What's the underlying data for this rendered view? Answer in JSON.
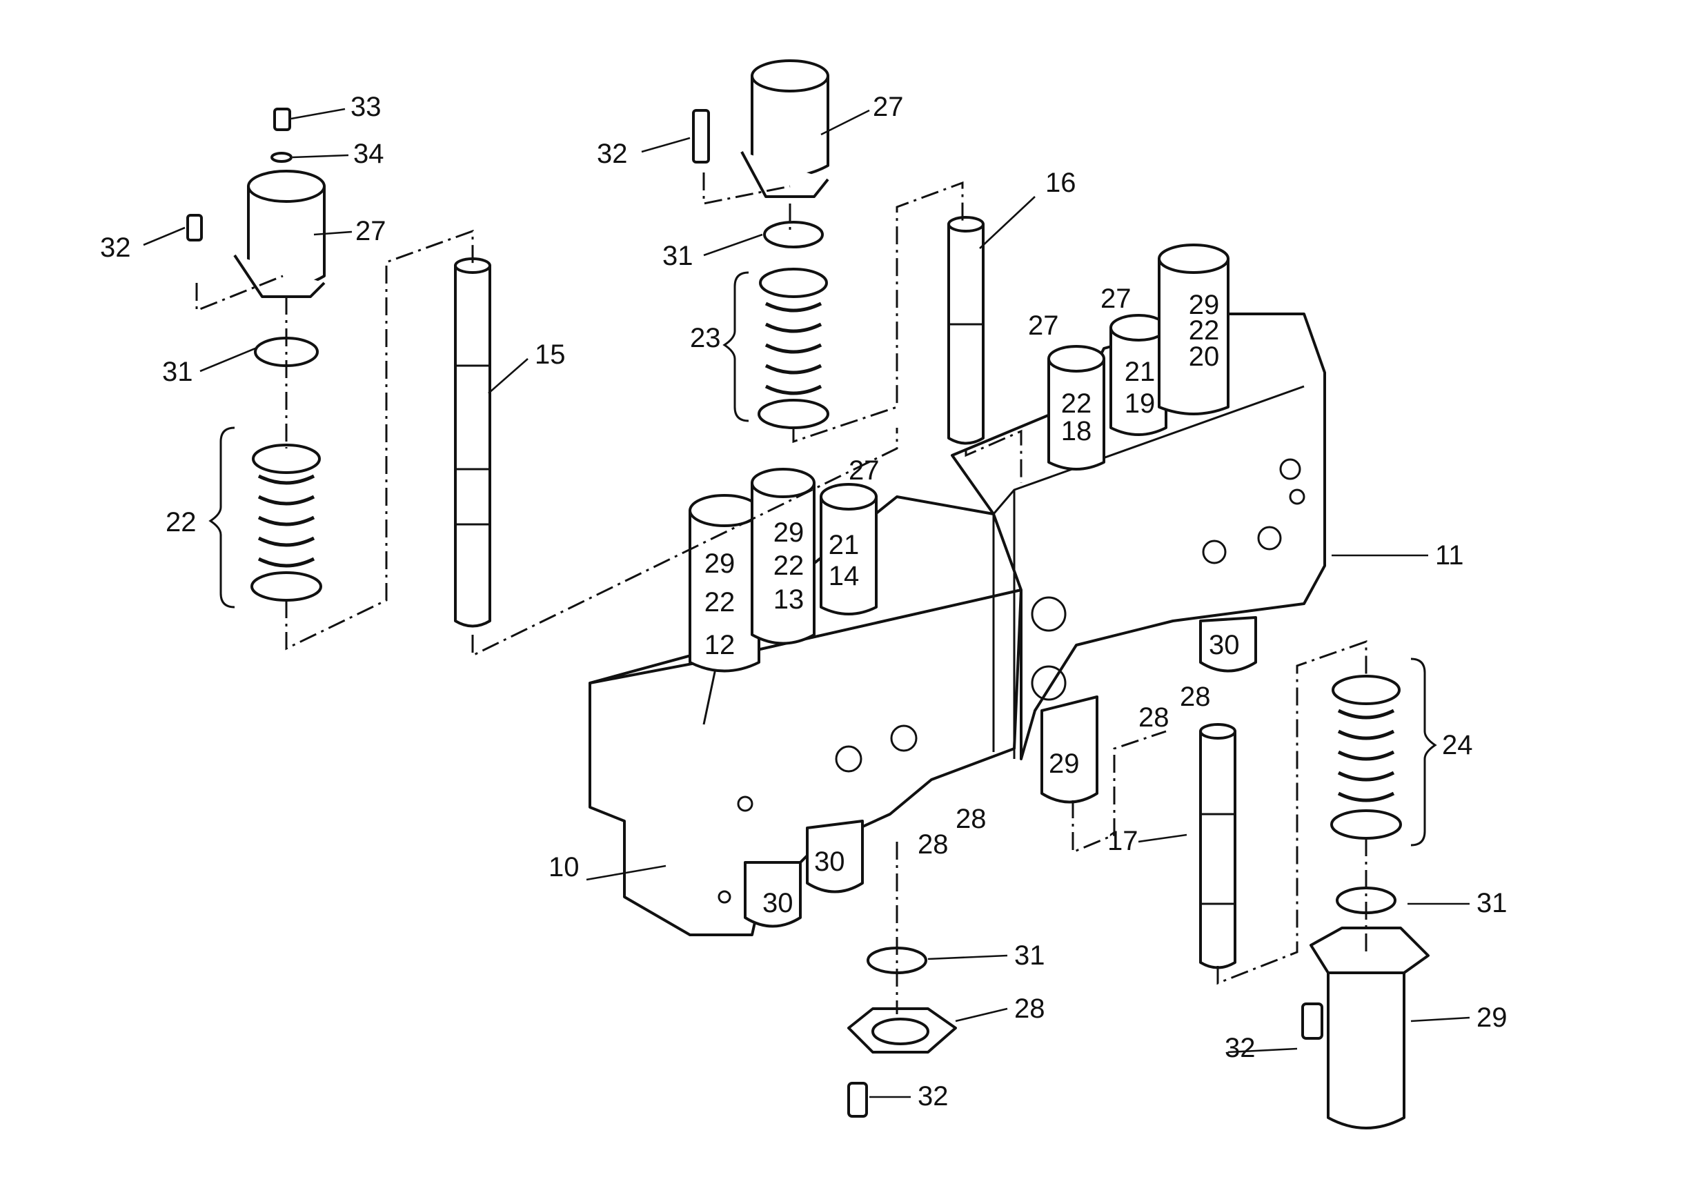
{
  "callouts": {
    "c33": "33",
    "c34": "34",
    "c27a": "27",
    "c32a": "32",
    "c31a": "31",
    "c22a": "22",
    "c15": "15",
    "c32b": "32",
    "c27b": "27",
    "c31b": "31",
    "c23": "23",
    "c16": "16",
    "c27c": "27",
    "c27d": "27",
    "c27e": "27",
    "c11": "11",
    "c10": "10",
    "c28a": "28",
    "c28b": "28",
    "c28c": "28",
    "c28d": "28",
    "c28e": "28",
    "c30a": "30",
    "c30b": "30",
    "c30c": "30",
    "c29a": "29",
    "c17": "17",
    "c24": "24",
    "c31c": "31",
    "c31d": "31",
    "c29b": "29",
    "c32c": "32",
    "c32d": "32"
  },
  "cartridges": {
    "left": [
      "29",
      "22",
      "12"
    ],
    "mid": [
      "29",
      "22",
      "13"
    ],
    "small": [
      "21",
      "14"
    ],
    "back1": [
      "22",
      "18"
    ],
    "back2": [
      "21",
      "19"
    ],
    "back3": [
      "29",
      "22",
      "20"
    ]
  }
}
